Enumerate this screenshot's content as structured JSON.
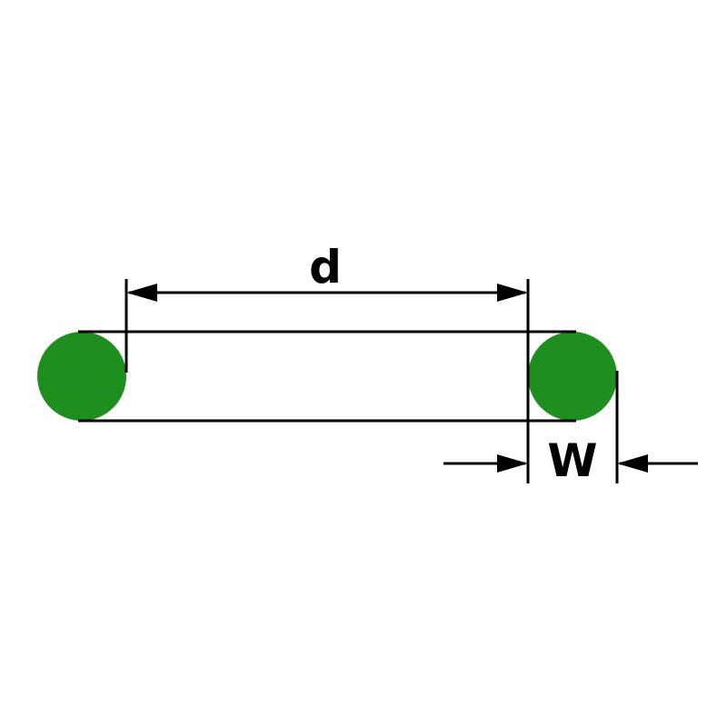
{
  "diagram": {
    "type": "o-ring cross-section dimension drawing",
    "labels": {
      "inner_diameter": "d",
      "cross_section_width": "W"
    },
    "colors": {
      "ring_fill": "#1e8e1e",
      "line": "#000000",
      "background": "#ffffff"
    }
  }
}
